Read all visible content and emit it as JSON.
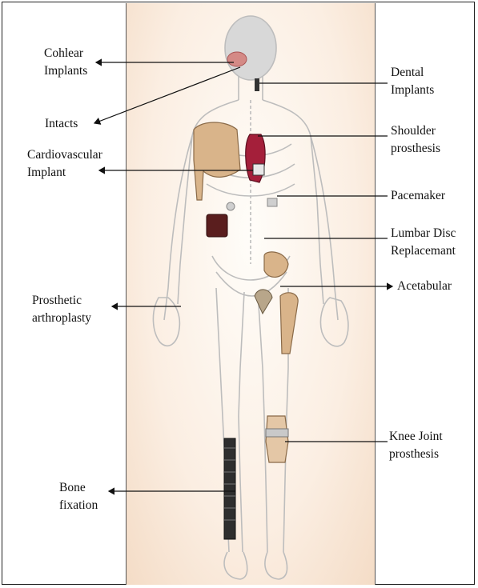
{
  "labels": {
    "cochlear": "Cohlear\nImplants",
    "intacts": "Intacts",
    "cardiovascular": "Cardiovascular\nImplant",
    "prosthetic_arthroplasty": "Prosthetic\narthroplasty",
    "bone_fixation": "Bone\nfixation",
    "dental": "Dental\nImplants",
    "shoulder": "Shoulder\nprosthesis",
    "pacemaker": "Pacemaker",
    "lumbar_disc": "Lumbar Disc\nReplacemant",
    "acetabular": "Acetabular",
    "knee_joint": "Knee Joint\nprosthesis"
  },
  "colors": {
    "panel_background": "#f8e6d6",
    "body_outline": "#b9b9b9",
    "implant_bone": "#d9b48a",
    "cardiac_red": "#a41f3a",
    "pacemaker_dark": "#5a1e1e",
    "rod_dark": "#2e2e2e"
  }
}
